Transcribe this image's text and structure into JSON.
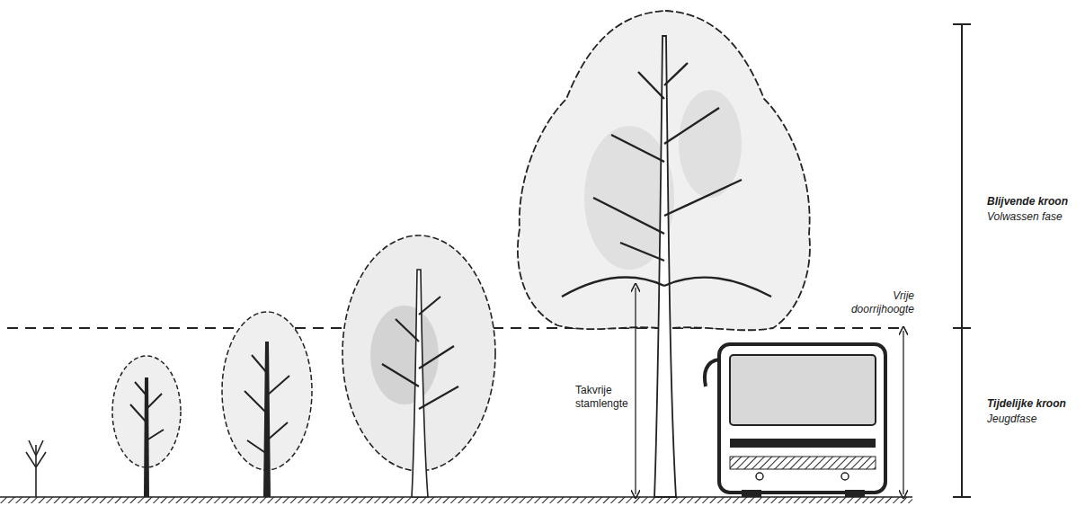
{
  "diagram": {
    "labels": [
      "Blijvende kroon",
      "Volwassen fase",
      "Vrije doorrijhoogte",
      "Takvrije stamlengte",
      "Tijdelijke kroon",
      "Jeugdfase"
    ]
  }
}
